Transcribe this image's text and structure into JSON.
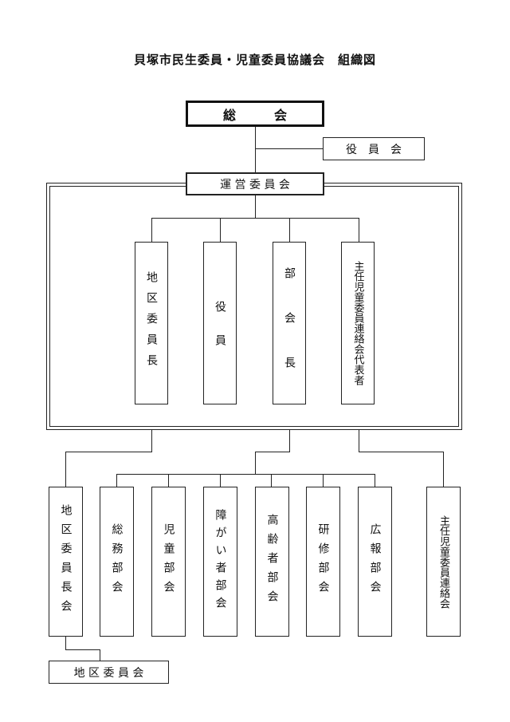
{
  "title": "貝塚市民生委員・児童委員協議会　組織図",
  "top": {
    "general_assembly": "総　　　会",
    "officers_meeting": "役　員　会",
    "steering_committee": "運 営 委 員 会"
  },
  "steering_members": {
    "district_chair": "地区委員長",
    "officer": "役　　員",
    "division_head": "部　会　長",
    "child_rep": "主任児童委員連絡会代表者"
  },
  "bottom": {
    "district_chairs_meeting": "地区委員長会",
    "general_affairs": "総務部会",
    "children": "児童部会",
    "disability": "障がい者部会",
    "elderly": "高齢者部会",
    "training": "研修部会",
    "public_relations": "広報部会",
    "child_committee": "主任児童委員連絡会",
    "district_committee": "地 区 委 員 会"
  }
}
